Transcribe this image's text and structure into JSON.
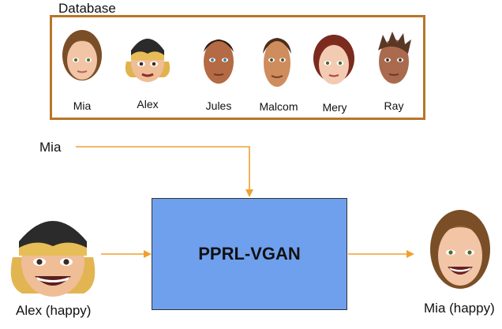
{
  "database": {
    "title": "Database",
    "identities": [
      {
        "name": "Mia"
      },
      {
        "name": "Alex"
      },
      {
        "name": "Jules"
      },
      {
        "name": "Malcom"
      },
      {
        "name": "Mery"
      },
      {
        "name": "Ray"
      }
    ]
  },
  "query_identity": "Mia",
  "model": {
    "label": "PPRL-VGAN"
  },
  "input": {
    "label": "Alex (happy)"
  },
  "output": {
    "label": "Mia (happy)"
  },
  "colors": {
    "database_border": "#b8752a",
    "arrow": "#f0a030",
    "model_fill": "#6fa0ee"
  }
}
